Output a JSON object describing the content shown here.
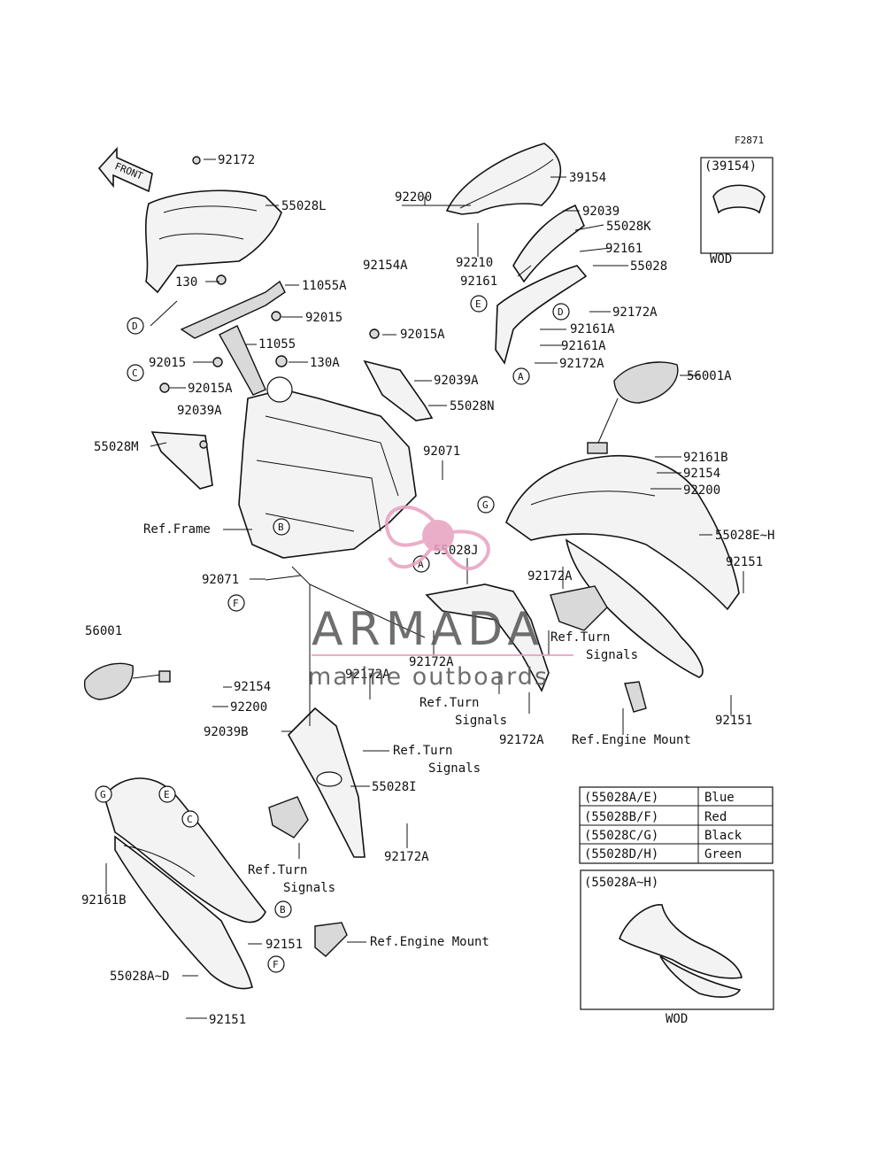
{
  "figure_code": "F2871",
  "front_label": "FRONT",
  "watermark": {
    "brand": "ARMADA",
    "tagline": "marine outboards",
    "brand_color": "#e8a0c0",
    "text_color": "#555555"
  },
  "inset_windscreen": {
    "header": "(39154)",
    "footer": "WOD"
  },
  "inset_cowling": {
    "header": "(55028A~H)",
    "footer": "WOD"
  },
  "color_table": [
    {
      "code": "(55028A/E)",
      "color": "Blue"
    },
    {
      "code": "(55028B/F)",
      "color": "Red"
    },
    {
      "code": "(55028C/G)",
      "color": "Black"
    },
    {
      "code": "(55028D/H)",
      "color": "Green"
    }
  ],
  "labels": {
    "p92172": "92172",
    "p55028L": "55028L",
    "p130": "130",
    "p11055A": "11055A",
    "p92015a": "92015",
    "p92015b": "92015",
    "p11055": "11055",
    "p130A": "130A",
    "p92015A": "92015A",
    "p92039A_l": "92039A",
    "p55028M": "55028M",
    "p92200_t": "92200",
    "p92154A": "92154A",
    "p92210": "92210",
    "p92161_l": "92161",
    "p39154": "39154",
    "p92039": "92039",
    "p55028K": "55028K",
    "p92161_r": "92161",
    "p55028": "55028",
    "p92172A_1": "92172A",
    "p92161A": "92161A",
    "p92172A_2": "92172A",
    "p92015A_m": "92015A",
    "p92039A_m": "92039A",
    "p55028N": "55028N",
    "p56001A": "56001A",
    "p92161B_r": "92161B",
    "p92154_r": "92154",
    "p92200_r": "92200",
    "p55028EH": "55028E~H",
    "p92071_t": "92071",
    "ref_frame": "Ref.Frame",
    "p92071_l": "92071",
    "p55028J": "55028J",
    "p92172A_3": "92172A",
    "p92151_r1": "92151",
    "ref_turn_1a": "Ref.Turn",
    "ref_turn_1b": "Signals",
    "p92172A_4": "92172A",
    "p92172A_5": "92172A",
    "ref_turn_2a": "Ref.Turn",
    "ref_turn_2b": "Signals",
    "p92172A_6": "92172A",
    "ref_engine_1": "Ref.Engine Mount",
    "p92151_r2": "92151",
    "p56001": "56001",
    "p92154_l": "92154",
    "p92200_l": "92200",
    "p92039B": "92039B",
    "ref_turn_3a": "Ref.Turn",
    "ref_turn_3b": "Signals",
    "p55028I": "55028I",
    "p92172A_7": "92172A",
    "ref_turn_4a": "Ref.Turn",
    "ref_turn_4b": "Signals",
    "p92161B_l": "92161B",
    "p92151_l1": "92151",
    "ref_engine_2": "Ref.Engine Mount",
    "p55028AD": "55028A~D",
    "p92151_l2": "92151"
  },
  "callouts": {
    "D1": "D",
    "C1": "C",
    "B1": "B",
    "F1": "F",
    "E1": "E",
    "D2": "D",
    "A1": "A",
    "G1": "G",
    "A2": "A",
    "G2": "G",
    "E2": "E",
    "C2": "C",
    "B2": "B",
    "F2": "F"
  }
}
